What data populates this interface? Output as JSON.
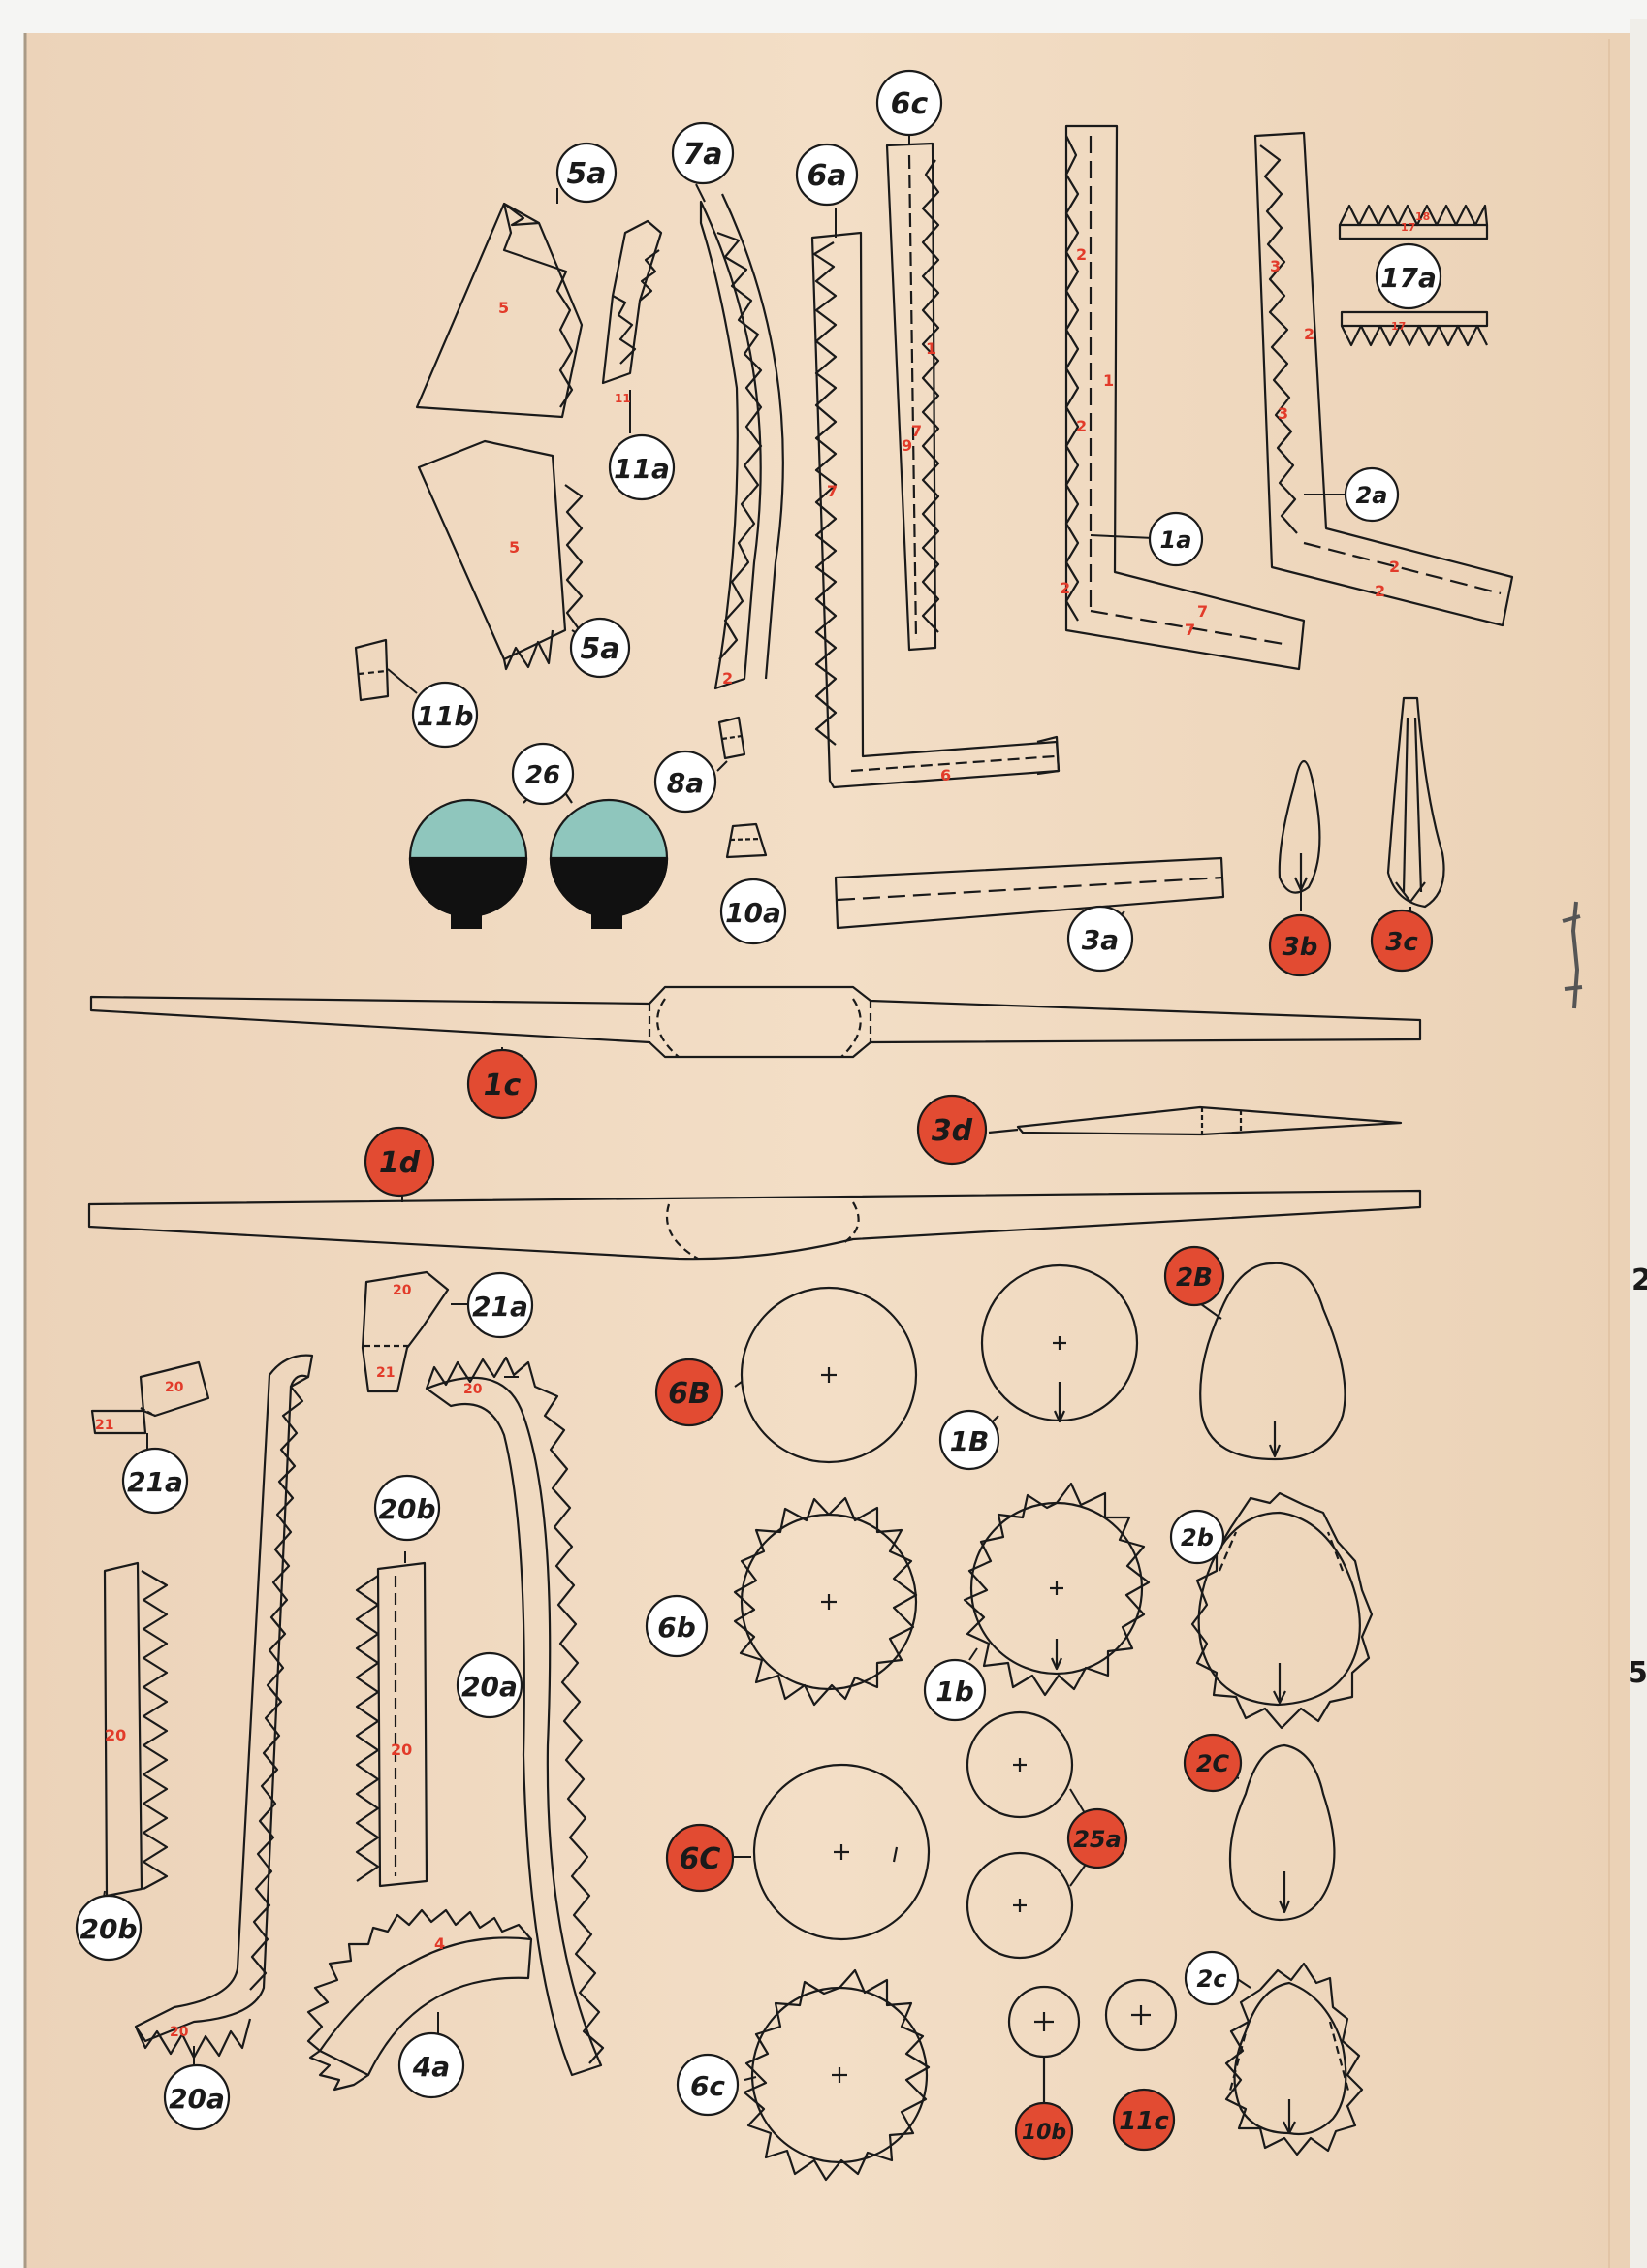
{
  "colors": {
    "paper": "#f1dcc4",
    "ink": "#1a1a1a",
    "red_badge": "#e24b32",
    "red_number": "#e23b2a",
    "ball_top": "#8fc6bd"
  },
  "labels": {
    "l5a_top": "5a",
    "l5a_bot": "5a",
    "l7a": "7a",
    "l6a": "6a",
    "l6c_top": "6c",
    "l11a": "11a",
    "l11b": "11b",
    "l1a": "1a",
    "l2a": "2a",
    "l17a": "17a",
    "l26": "26",
    "l8a": "8a",
    "l10a": "10a",
    "l3a": "3a",
    "l3b": "3b",
    "l3c": "3c",
    "l1c": "1c",
    "l3d": "3d",
    "l1d": "1d",
    "l21a_top": "21a",
    "l21a_left": "21a",
    "l2B": "2B",
    "l6B": "6B",
    "l1B": "1B",
    "l20b_mid": "20b",
    "l20a_mid": "20a",
    "l20b_bot": "20b",
    "l20a_bot": "20a",
    "l2b": "2b",
    "l6b": "6b",
    "l1b": "1b",
    "l25a": "25a",
    "l2C": "2C",
    "l6C": "6C",
    "l4a": "4a",
    "l2c": "2c",
    "l6c_bot": "6c",
    "l10b": "10b",
    "l11c": "11c"
  },
  "part_numbers": {
    "n5_top": "5",
    "n5_bot": "5",
    "n11a": "11",
    "n7a_a": "7",
    "n7a_b": "2",
    "n6a": "7",
    "n6a_base": "6",
    "n6c_a": "9",
    "n6c_b": "1",
    "n1a_a": "2",
    "n1a_b": "1",
    "n1a_c": "2",
    "n1a_d": "2",
    "n1a_e": "7",
    "n1a_f": "7",
    "n2a_a": "3",
    "n2a_b": "2",
    "n2a_c": "3",
    "n2a_d": "2",
    "n2a_e": "2",
    "n17_a": "17",
    "n17_b": "18",
    "n17_c": "17",
    "n21a_top_a": "20",
    "n21a_top_b": "21",
    "n21a_left_a": "20",
    "n21a_left_b": "21",
    "n20_left": "20",
    "n20b_mid": "20",
    "n20a_top": "20",
    "n20a_bot": "20",
    "n4a": "4"
  },
  "edge_text": {
    "e2": "2",
    "e5": "5"
  }
}
